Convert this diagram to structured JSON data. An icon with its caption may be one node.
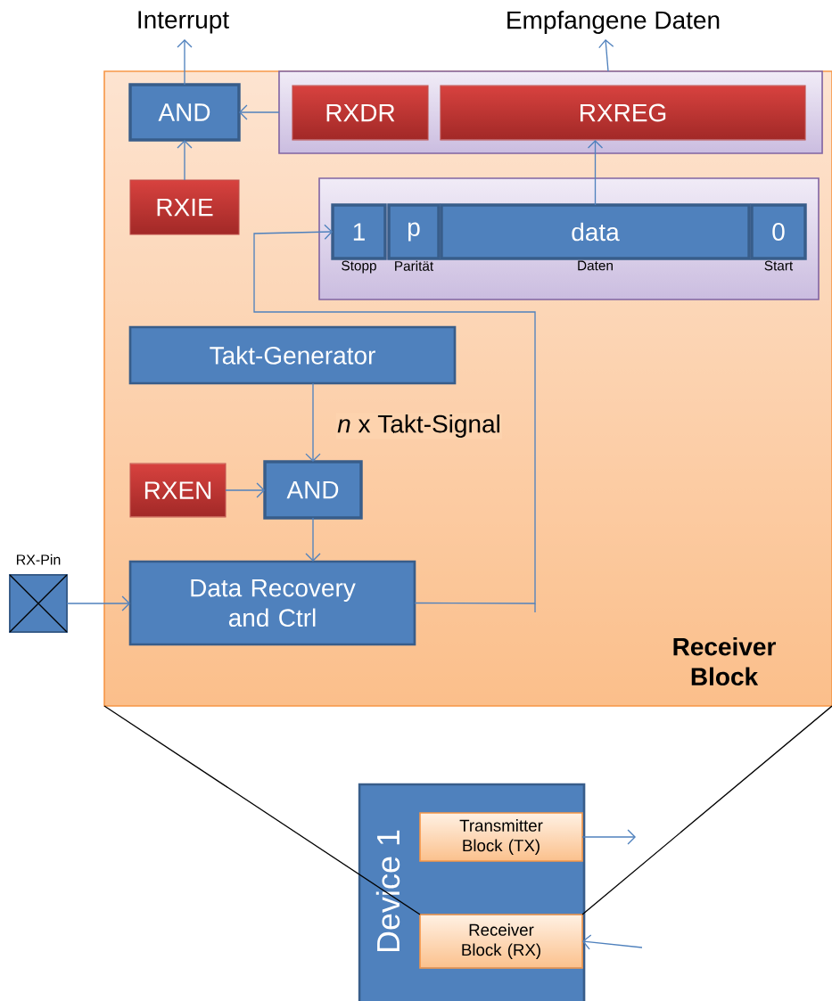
{
  "diagram": {
    "nodes": [
      {
        "text": [
          "Receiver Block"
        ]
      },
      {
        "text": [],
        "shape": "box",
        "in": 0
      },
      {
        "text": [
          "RXDR"
        ],
        "in": 1
      },
      {
        "text": [
          "RXREG"
        ],
        "in": 1
      },
      {
        "text": [
          "AND"
        ],
        "in": 0
      },
      {
        "text": [
          "RXIE"
        ],
        "in": 0
      },
      {
        "text": [],
        "shape": "box",
        "in": 0
      },
      {
        "text": [
          "1"
        ],
        "beside": [
          "Stopp"
        ],
        "in": 6
      },
      {
        "text": [
          "p"
        ],
        "beside": [
          "Parität"
        ],
        "in": 6
      },
      {
        "text": [
          "data"
        ],
        "beside": [
          "Daten"
        ],
        "in": 6
      },
      {
        "text": [
          "0"
        ],
        "beside": [
          "Start"
        ],
        "in": 6
      },
      {
        "text": [
          "Takt-Generator"
        ],
        "in": 0
      },
      {
        "text": [
          "AND"
        ],
        "in": 0
      },
      {
        "text": [
          "RXEN"
        ],
        "in": 0
      },
      {
        "text": [
          "Data Recovery and Ctrl"
        ],
        "in": 0
      },
      {
        "text": [
          "RX-Pin"
        ]
      },
      {
        "text": [
          "Interrupt"
        ]
      },
      {
        "text": [
          "Empfangene Daten"
        ]
      },
      {
        "text": [
          "Device 1"
        ]
      },
      {
        "text": [
          "Transmitter Block (TX)"
        ],
        "in": 18
      },
      {
        "text": [
          "Receiver Block (RX)"
        ],
        "in": 18
      }
    ],
    "edges": [
      {
        "from": 4,
        "to": 16,
        "arrow": "to"
      },
      {
        "from": 1,
        "to": 17,
        "arrow": "to"
      },
      {
        "from": 1,
        "to": 4,
        "arrow": "to"
      },
      {
        "from": 5,
        "to": 4,
        "arrow": "to"
      },
      {
        "from": 9,
        "to": 3,
        "arrow": "to"
      },
      {
        "from": 11,
        "to": 12,
        "arrow": "to",
        "label": "*n* x Takt-Signal"
      },
      {
        "from": 13,
        "to": 12,
        "arrow": "to"
      },
      {
        "from": 12,
        "to": 14,
        "arrow": "to"
      },
      {
        "from": 15,
        "to": 14,
        "arrow": "to"
      },
      {
        "from": 14,
        "to": 7,
        "arrow": "to"
      },
      {
        "from": 19,
        "to": null,
        "arrow": "to"
      },
      {
        "from": null,
        "to": 20,
        "arrow": "to"
      },
      {
        "from": 0,
        "to": 20,
        "arrow": "none",
        "color": "#000000"
      },
      {
        "from": 0,
        "to": 20,
        "arrow": "none",
        "color": "#000000"
      }
    ]
  }
}
